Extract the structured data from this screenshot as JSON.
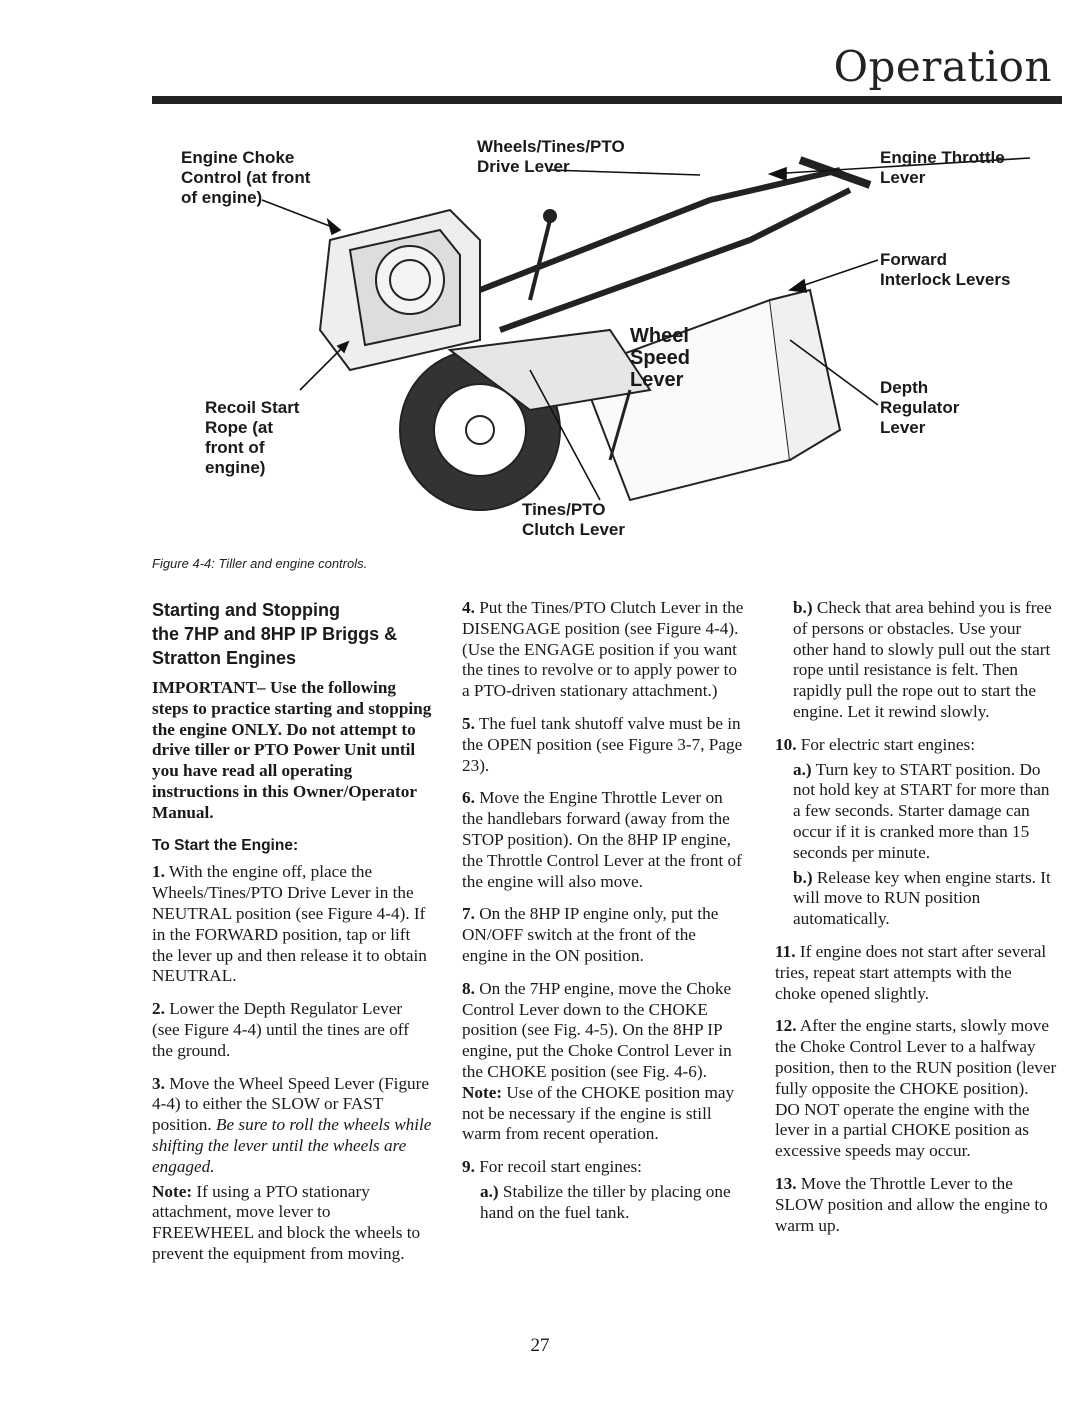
{
  "header": {
    "title": "Operation"
  },
  "figure": {
    "labels": {
      "choke": "Engine Choke\nControl (at front\nof engine)",
      "drive_lever": "Wheels/Tines/PTO\nDrive Lever",
      "throttle": "Engine Throttle\nLever",
      "interlock": "Forward\nInterlock Levers",
      "recoil": "Recoil Start\nRope (at\nfront of\nengine)",
      "wheel_speed": "Wheel\nSpeed\nLever",
      "depth": "Depth\nRegulator\nLever",
      "clutch": "Tines/PTO\nClutch Lever"
    },
    "caption": "Figure 4-4: Tiller and engine controls."
  },
  "col1": {
    "heading": "Starting and Stopping\nthe 7HP and 8HP IP Briggs &\nStratton Engines",
    "important": "IMPORTANT– Use the following steps to practice starting and stopping the engine ONLY. Do not attempt to drive tiller or PTO Power Unit until you have read all operating instructions in this Owner/Operator Manual.",
    "subheading": "To Start the Engine:",
    "s1_num": "1.",
    "s1": "With the engine off, place the Wheels/Tines/PTO Drive Lever in the NEUTRAL position (see Figure 4-4). If in the FORWARD position, tap or lift the lever up and then release it to obtain NEUTRAL.",
    "s2_num": "2.",
    "s2": "Lower the Depth Regulator Lever (see Figure 4-4) until the tines are off the ground.",
    "s3_num": "3.",
    "s3": "Move the Wheel Speed Lever (Figure 4-4) to either the SLOW or FAST position.",
    "s3_italic": "Be sure to roll the wheels while shifting the lever until the wheels are engaged.",
    "note_label": "Note:",
    "note": "If using a PTO stationary attachment, move lever to FREEWHEEL and block the wheels to prevent the equipment from moving."
  },
  "col2": {
    "s4_num": "4.",
    "s4": "Put the Tines/PTO Clutch Lever in the DISENGAGE position (see Figure 4-4). (Use the ENGAGE position if you want the tines to revolve or to apply power to a PTO-driven stationary attachment.)",
    "s5_num": "5.",
    "s5": "The fuel tank shutoff valve must be in the OPEN position (see Figure 3-7, Page 23).",
    "s6_num": "6.",
    "s6": "Move the Engine Throttle Lever on the handlebars forward (away from the STOP position). On the 8HP IP engine, the Throttle Control Lever at the front of the engine will also move.",
    "s7_num": "7.",
    "s7": "On the 8HP IP engine only, put the ON/OFF switch at the front of the engine in the ON position.",
    "s8_num": "8.",
    "s8": "On the 7HP engine, move the Choke Control Lever down to the CHOKE position (see Fig. 4-5). On the 8HP IP engine, put the Choke Control Lever in the CHOKE position (see Fig. 4-6).",
    "s8_note_label": "Note:",
    "s8_note": "Use of the CHOKE position may not be necessary if the engine is still warm from recent operation.",
    "s9_num": "9.",
    "s9": "For recoil start engines:",
    "s9a_label": "a.)",
    "s9a": "Stabilize the tiller by placing one hand on the fuel tank."
  },
  "col3": {
    "s9b_label": "b.)",
    "s9b": "Check that area behind you is free of persons or obstacles. Use your other hand to slowly pull out the start rope until resistance is felt. Then rapidly pull the rope out to start the engine. Let it rewind slowly.",
    "s10_num": "10.",
    "s10": "For electric start engines:",
    "s10a_label": "a.)",
    "s10a": "Turn key to START position. Do not hold key at START for more than a few seconds. Starter damage can occur if it is cranked more than 15 seconds per minute.",
    "s10b_label": "b.)",
    "s10b": "Release key when engine starts. It will move to RUN position automatically.",
    "s11_num": "11.",
    "s11": "If engine does not start after several tries, repeat start attempts with the choke opened slightly.",
    "s12_num": "12.",
    "s12": "After the engine starts, slowly move the Choke Control Lever to a halfway position, then to the RUN position (lever fully opposite the CHOKE position). DO NOT operate the engine with the lever in a partial CHOKE position as excessive speeds may occur.",
    "s13_num": "13.",
    "s13": "Move the Throttle Lever to the SLOW position and allow the engine to warm up."
  },
  "footer": {
    "page_number": "27"
  }
}
